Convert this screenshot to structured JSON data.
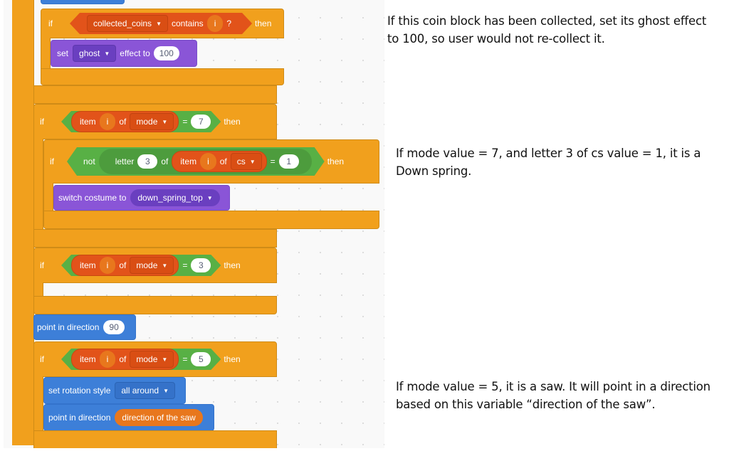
{
  "blocks": {
    "if1": {
      "if": "if",
      "then": "then",
      "list_dropdown": "collected_coins",
      "contains": "contains",
      "item": "i",
      "question": "?",
      "set": {
        "set": "set",
        "effect_dropdown": "ghost",
        "effect_to": "effect to",
        "value": "100"
      }
    },
    "if2": {
      "if": "if",
      "then": "then",
      "item_kw": "item",
      "index": "i",
      "of": "of",
      "list": "mode",
      "eq": "=",
      "value": "7",
      "inner_if": {
        "if": "if",
        "then": "then",
        "not": "not",
        "letter": "letter",
        "letter_index": "3",
        "of": "of",
        "item_kw": "item",
        "index": "i",
        "of2": "of",
        "list": "cs",
        "eq": "=",
        "value": "1",
        "switch": {
          "label": "switch costume to",
          "costume": "down_spring_top"
        }
      }
    },
    "if3": {
      "if": "if",
      "then": "then",
      "item_kw": "item",
      "index": "i",
      "of": "of",
      "list": "mode",
      "eq": "=",
      "value": "3"
    },
    "point1": {
      "label": "point in direction",
      "value": "90"
    },
    "if4": {
      "if": "if",
      "then": "then",
      "item_kw": "item",
      "index": "i",
      "of": "of",
      "list": "mode",
      "eq": "=",
      "value": "5",
      "rotation": {
        "label": "set rotation style",
        "style": "all around"
      },
      "point": {
        "label": "point in direction",
        "variable": "direction of the saw"
      }
    }
  },
  "notes": [
    "If this coin block has been collected, set its ghost effect to 100, so user would not re-collect it.",
    "If mode value = 7, and letter 3 of cs value = 1, it is a Down spring.",
    "If mode value = 5, it is a saw. It will point in a direction based on this variable “direction of the saw”."
  ],
  "caret": "▼"
}
